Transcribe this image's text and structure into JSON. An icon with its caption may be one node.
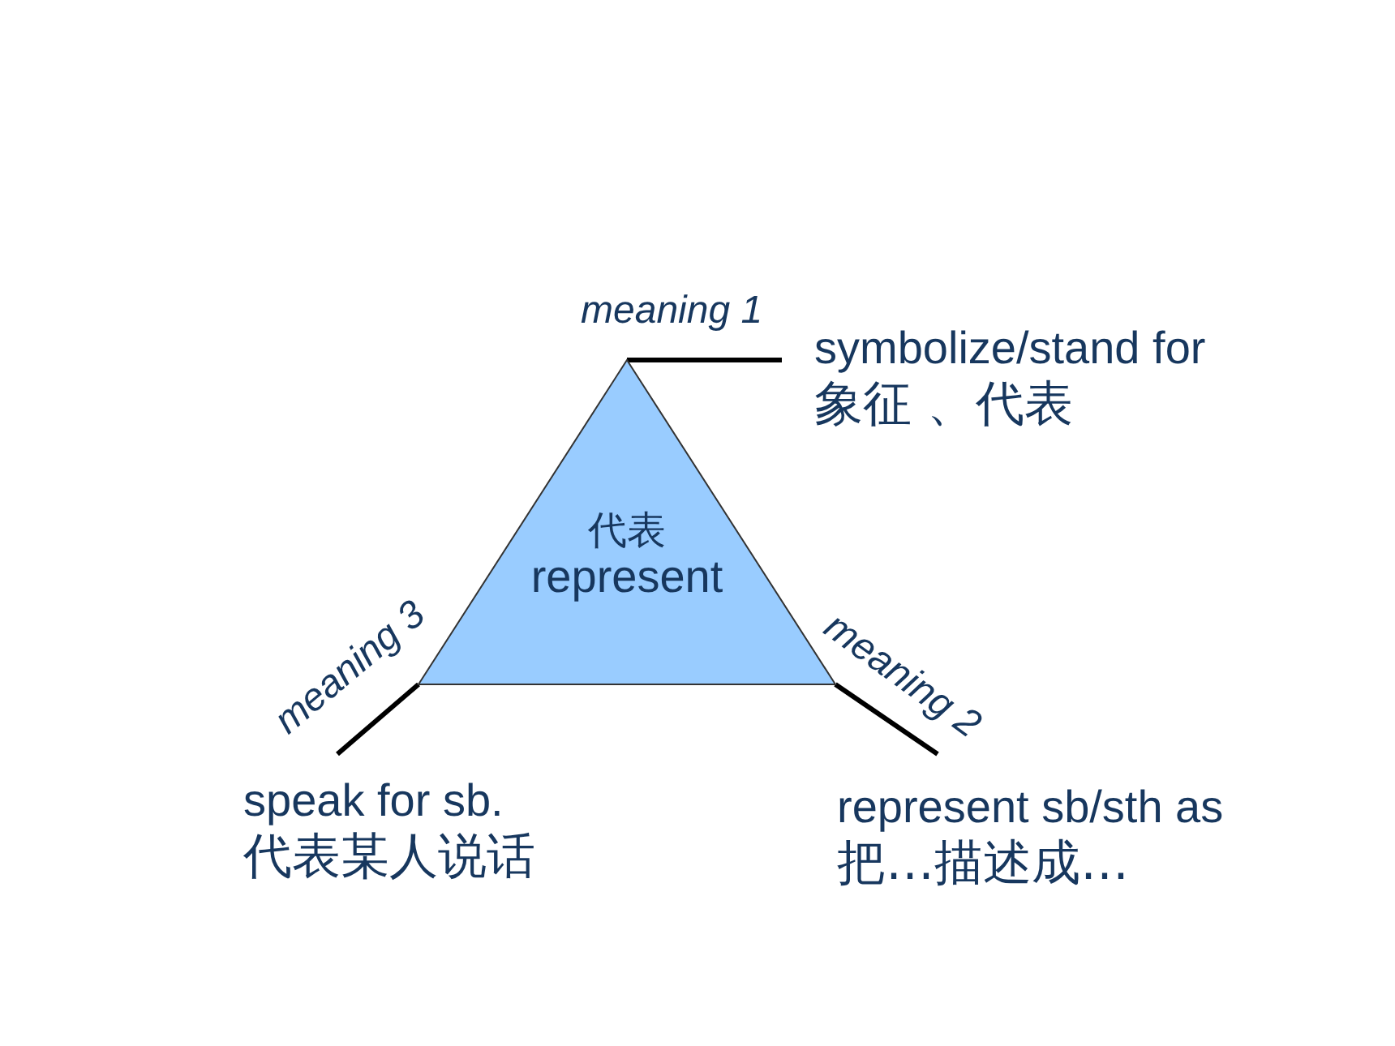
{
  "diagram": {
    "nodes": [
      {
        "text": [
          "代表",
          "represent"
        ]
      },
      {
        "text": [
          "symbolize/stand for",
          "象征 、代表"
        ]
      },
      {
        "text": [
          "speak for sb.",
          "代表某人说话"
        ]
      },
      {
        "text": [
          "represent sb/sth as",
          "把…描述成…"
        ]
      }
    ],
    "edges": [
      {
        "from": 0,
        "to": 1,
        "arrow": "none",
        "label": "meaning 1"
      },
      {
        "from": 0,
        "to": 3,
        "arrow": "none",
        "label": "meaning 2"
      },
      {
        "from": 0,
        "to": 2,
        "arrow": "none",
        "label": "meaning 3"
      }
    ]
  }
}
